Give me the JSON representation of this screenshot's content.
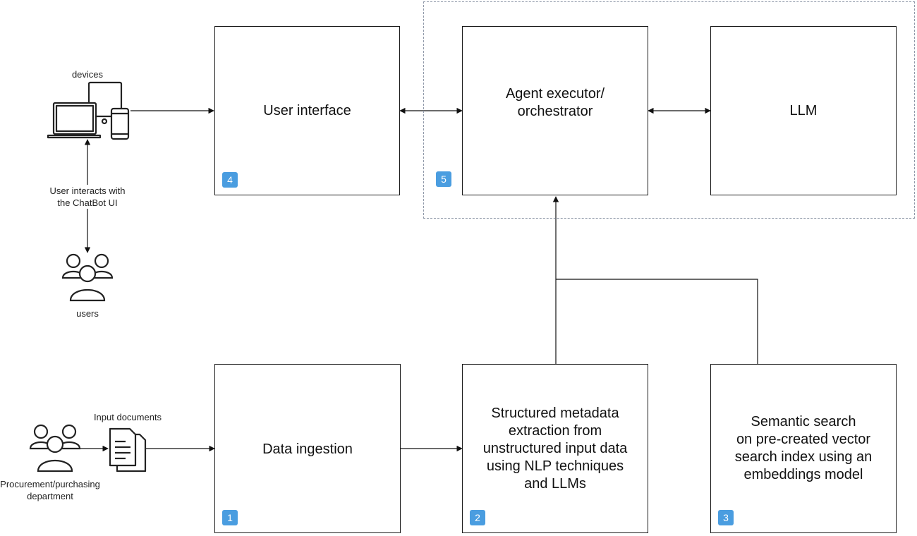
{
  "boxes": {
    "user_interface": {
      "label": "User interface",
      "badge": "4"
    },
    "agent_executor": {
      "label": "Agent executor/\norchestrator",
      "badge": "5"
    },
    "llm": {
      "label": "LLM"
    },
    "data_ingestion": {
      "label": "Data ingestion",
      "badge": "1"
    },
    "structured_metadata": {
      "label": "Structured metadata\nextraction from\nunstructured input data\nusing NLP techniques\nand LLMs",
      "badge": "2"
    },
    "semantic_search": {
      "label": "Semantic search\non pre-created vector\nsearch index using an\nembeddings model",
      "badge": "3"
    }
  },
  "captions": {
    "devices": "devices",
    "user_interacts": "User interacts with\nthe ChatBot UI",
    "users": "users",
    "input_documents": "Input documents",
    "procurement": "Procurement/purchasing\ndepartment"
  },
  "icons": [
    "devices-icon",
    "users-icon",
    "procurement-users-icon",
    "documents-icon"
  ]
}
